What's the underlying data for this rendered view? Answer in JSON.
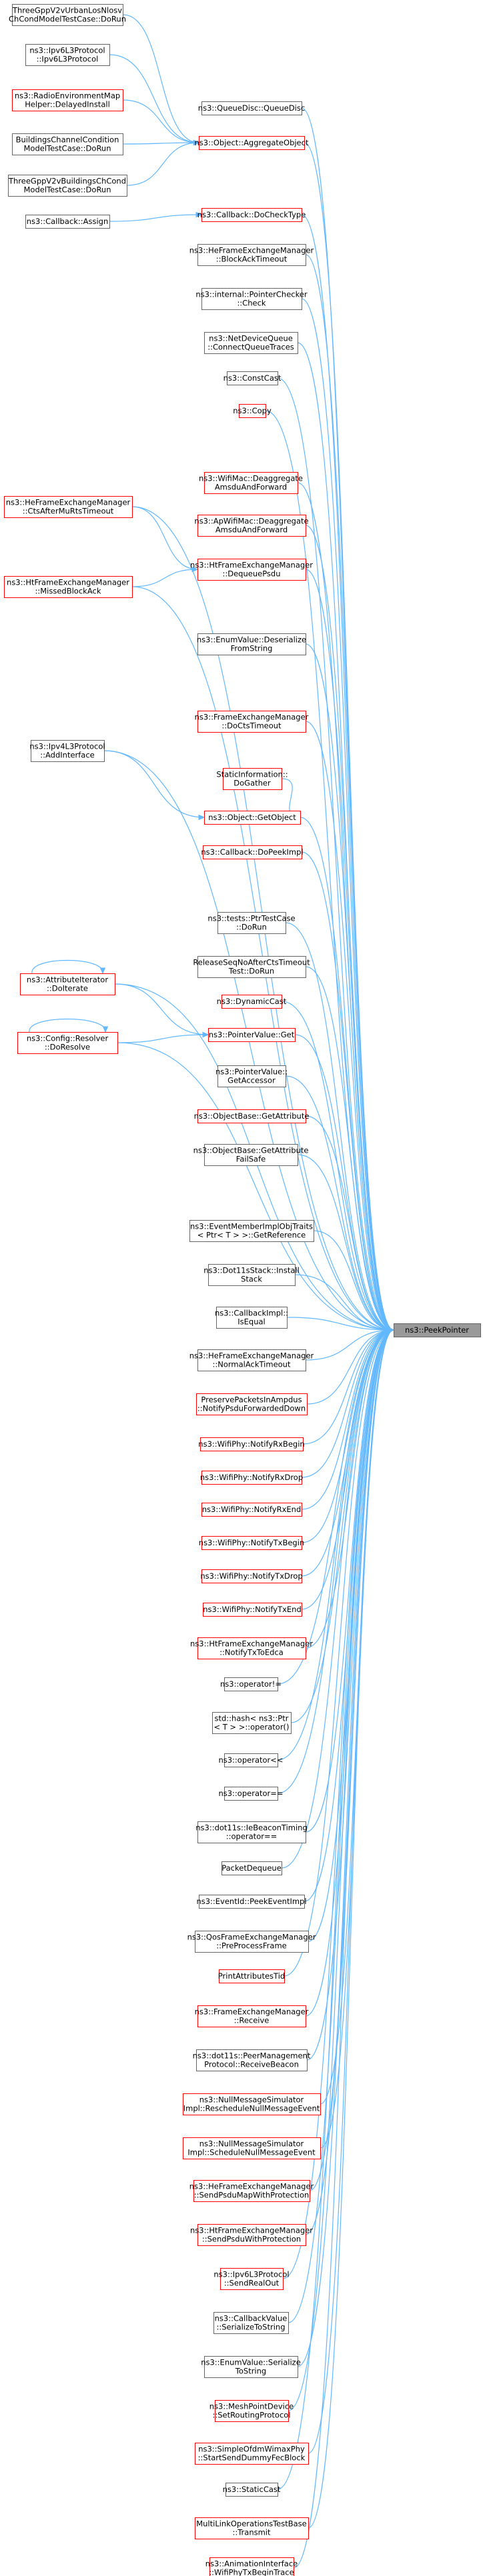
{
  "graph": {
    "title": "",
    "focus": "ns3::PeekPointer",
    "colors": {
      "edge": "#63b8ff",
      "border_normal": "#666666",
      "border_link": "#ff0000",
      "focus_fill": "#999999"
    },
    "nodes": [
      {
        "id": "focus",
        "lines": [
          "ns3::PeekPointer"
        ],
        "style": "focus"
      },
      {
        "id": "n1",
        "lines": [
          "ThreeGppV2vUrbanLosNlosv",
          "ChCondModelTestCase::DoRun"
        ],
        "style": "gray"
      },
      {
        "id": "n2",
        "lines": [
          "ns3::Ipv6L3Protocol",
          "::Ipv6L3Protocol"
        ],
        "style": "gray"
      },
      {
        "id": "n3",
        "lines": [
          "ns3::RadioEnvironmentMap",
          "Helper::DelayedInstall"
        ],
        "style": "red"
      },
      {
        "id": "n4",
        "lines": [
          "BuildingsChannelCondition",
          "ModelTestCase::DoRun"
        ],
        "style": "gray"
      },
      {
        "id": "n5",
        "lines": [
          "ThreeGppV2vBuildingsChCond",
          "ModelTestCase::DoRun"
        ],
        "style": "gray"
      },
      {
        "id": "n6",
        "lines": [
          "ns3::Callback::Assign"
        ],
        "style": "gray"
      },
      {
        "id": "n7",
        "lines": [
          "ns3::QueueDisc::QueueDisc"
        ],
        "style": "gray"
      },
      {
        "id": "n8",
        "lines": [
          "ns3::Object::AggregateObject"
        ],
        "style": "red"
      },
      {
        "id": "n9",
        "lines": [
          "ns3::Callback::DoCheckType"
        ],
        "style": "red"
      },
      {
        "id": "n10",
        "lines": [
          "ns3::HeFrameExchangeManager",
          "::BlockAckTimeout"
        ],
        "style": "gray"
      },
      {
        "id": "n11",
        "lines": [
          "ns3::internal::PointerChecker",
          "::Check"
        ],
        "style": "gray"
      },
      {
        "id": "n12",
        "lines": [
          "ns3::NetDeviceQueue",
          "::ConnectQueueTraces"
        ],
        "style": "gray"
      },
      {
        "id": "n13",
        "lines": [
          "ns3::ConstCast"
        ],
        "style": "gray"
      },
      {
        "id": "n14",
        "lines": [
          "ns3::Copy"
        ],
        "style": "red"
      },
      {
        "id": "n15",
        "lines": [
          "ns3::HeFrameExchangeManager",
          "::CtsAfterMuRtsTimeout"
        ],
        "style": "red"
      },
      {
        "id": "n16",
        "lines": [
          "ns3::WifiMac::Deaggregate",
          "AmsduAndForward"
        ],
        "style": "red"
      },
      {
        "id": "n17",
        "lines": [
          "ns3::ApWifiMac::Deaggregate",
          "AmsduAndForward"
        ],
        "style": "red"
      },
      {
        "id": "n18",
        "lines": [
          "ns3::HtFrameExchangeManager",
          "::MissedBlockAck"
        ],
        "style": "red"
      },
      {
        "id": "n19",
        "lines": [
          "ns3::HtFrameExchangeManager",
          "::DequeuePsdu"
        ],
        "style": "red"
      },
      {
        "id": "n20",
        "lines": [
          "ns3::EnumValue::Deserialize",
          "FromString"
        ],
        "style": "gray"
      },
      {
        "id": "n21",
        "lines": [
          "ns3::FrameExchangeManager",
          "::DoCtsTimeout"
        ],
        "style": "red"
      },
      {
        "id": "n22",
        "lines": [
          "ns3::Ipv4L3Protocol",
          "::AddInterface"
        ],
        "style": "gray"
      },
      {
        "id": "n23",
        "lines": [
          "StaticInformation::",
          "DoGather"
        ],
        "style": "red"
      },
      {
        "id": "n24",
        "lines": [
          "ns3::Object::GetObject"
        ],
        "style": "red"
      },
      {
        "id": "n25",
        "lines": [
          "ns3::Callback::DoPeekImpl"
        ],
        "style": "red"
      },
      {
        "id": "n26",
        "lines": [
          "ns3::tests::PtrTestCase",
          "::DoRun"
        ],
        "style": "gray"
      },
      {
        "id": "n27",
        "lines": [
          "ReleaseSeqNoAfterCtsTimeout",
          "Test::DoRun"
        ],
        "style": "gray"
      },
      {
        "id": "n28",
        "lines": [
          "ns3::AttributeIterator",
          "::DoIterate"
        ],
        "style": "red"
      },
      {
        "id": "n29",
        "lines": [
          "ns3::DynamicCast"
        ],
        "style": "red"
      },
      {
        "id": "n30",
        "lines": [
          "ns3::PointerValue::Get"
        ],
        "style": "red"
      },
      {
        "id": "n31",
        "lines": [
          "ns3::Config::Resolver",
          "::DoResolve"
        ],
        "style": "red"
      },
      {
        "id": "n32",
        "lines": [
          "ns3::PointerValue::",
          "GetAccessor"
        ],
        "style": "gray"
      },
      {
        "id": "n33",
        "lines": [
          "ns3::ObjectBase::GetAttribute"
        ],
        "style": "red"
      },
      {
        "id": "n34",
        "lines": [
          "ns3::ObjectBase::GetAttribute",
          "FailSafe"
        ],
        "style": "gray"
      },
      {
        "id": "n35",
        "lines": [
          "ns3::EventMemberImplObjTraits",
          "< Ptr< T > >::GetReference"
        ],
        "style": "gray"
      },
      {
        "id": "n36",
        "lines": [
          "ns3::Dot11sStack::Install",
          "Stack"
        ],
        "style": "gray"
      },
      {
        "id": "n37",
        "lines": [
          "ns3::CallbackImpl::",
          "IsEqual"
        ],
        "style": "gray"
      },
      {
        "id": "n38",
        "lines": [
          "ns3::HeFrameExchangeManager",
          "::NormalAckTimeout"
        ],
        "style": "gray"
      },
      {
        "id": "n39",
        "lines": [
          "PreservePacketsInAmpdus",
          "::NotifyPsduForwardedDown"
        ],
        "style": "red"
      },
      {
        "id": "n40",
        "lines": [
          "ns3::WifiPhy::NotifyRxBegin"
        ],
        "style": "red"
      },
      {
        "id": "n41",
        "lines": [
          "ns3::WifiPhy::NotifyRxDrop"
        ],
        "style": "red"
      },
      {
        "id": "n42",
        "lines": [
          "ns3::WifiPhy::NotifyRxEnd"
        ],
        "style": "red"
      },
      {
        "id": "n43",
        "lines": [
          "ns3::WifiPhy::NotifyTxBegin"
        ],
        "style": "red"
      },
      {
        "id": "n44",
        "lines": [
          "ns3::WifiPhy::NotifyTxDrop"
        ],
        "style": "red"
      },
      {
        "id": "n45",
        "lines": [
          "ns3::WifiPhy::NotifyTxEnd"
        ],
        "style": "red"
      },
      {
        "id": "n46",
        "lines": [
          "ns3::HtFrameExchangeManager",
          "::NotifyTxToEdca"
        ],
        "style": "red"
      },
      {
        "id": "n47",
        "lines": [
          "ns3::operator!="
        ],
        "style": "gray"
      },
      {
        "id": "n48",
        "lines": [
          "std::hash< ns3::Ptr",
          "< T > >::operator()"
        ],
        "style": "gray"
      },
      {
        "id": "n49",
        "lines": [
          "ns3::operator<<"
        ],
        "style": "gray"
      },
      {
        "id": "n50",
        "lines": [
          "ns3::operator=="
        ],
        "style": "gray"
      },
      {
        "id": "n51",
        "lines": [
          "ns3::dot11s::IeBeaconTiming",
          "::operator=="
        ],
        "style": "gray"
      },
      {
        "id": "n52",
        "lines": [
          "PacketDequeue"
        ],
        "style": "gray"
      },
      {
        "id": "n53",
        "lines": [
          "ns3::EventId::PeekEventImpl"
        ],
        "style": "gray"
      },
      {
        "id": "n54",
        "lines": [
          "ns3::QosFrameExchangeManager",
          "::PreProcessFrame"
        ],
        "style": "gray"
      },
      {
        "id": "n55",
        "lines": [
          "PrintAttributesTid"
        ],
        "style": "red"
      },
      {
        "id": "n56",
        "lines": [
          "ns3::FrameExchangeManager",
          "::Receive"
        ],
        "style": "red"
      },
      {
        "id": "n57",
        "lines": [
          "ns3::dot11s::PeerManagement",
          "Protocol::ReceiveBeacon"
        ],
        "style": "gray"
      },
      {
        "id": "n58",
        "lines": [
          "ns3::NullMessageSimulator",
          "Impl::RescheduleNullMessageEvent"
        ],
        "style": "red"
      },
      {
        "id": "n59",
        "lines": [
          "ns3::NullMessageSimulator",
          "Impl::ScheduleNullMessageEvent"
        ],
        "style": "red"
      },
      {
        "id": "n60",
        "lines": [
          "ns3::HeFrameExchangeManager",
          "::SendPsduMapWithProtection"
        ],
        "style": "red"
      },
      {
        "id": "n61",
        "lines": [
          "ns3::HtFrameExchangeManager",
          "::SendPsduWithProtection"
        ],
        "style": "red"
      },
      {
        "id": "n62",
        "lines": [
          "ns3::Ipv6L3Protocol",
          "::SendRealOut"
        ],
        "style": "red"
      },
      {
        "id": "n63",
        "lines": [
          "ns3::CallbackValue",
          "::SerializeToString"
        ],
        "style": "gray"
      },
      {
        "id": "n64",
        "lines": [
          "ns3::EnumValue::Serialize",
          "ToString"
        ],
        "style": "gray"
      },
      {
        "id": "n65",
        "lines": [
          "ns3::MeshPointDevice",
          "::SetRoutingProtocol"
        ],
        "style": "red"
      },
      {
        "id": "n66",
        "lines": [
          "ns3::SimpleOfdmWimaxPhy",
          "::StartSendDummyFecBlock"
        ],
        "style": "red"
      },
      {
        "id": "n67",
        "lines": [
          "ns3::StaticCast"
        ],
        "style": "gray"
      },
      {
        "id": "n68",
        "lines": [
          "MultiLinkOperationsTestBase",
          "::Transmit"
        ],
        "style": "red"
      },
      {
        "id": "n69",
        "lines": [
          "ns3::AnimationInterface",
          "::WifiPhyTxBeginTrace"
        ],
        "style": "red"
      }
    ],
    "edges": [
      [
        "n1",
        "n8"
      ],
      [
        "n2",
        "n8"
      ],
      [
        "n3",
        "n8"
      ],
      [
        "n4",
        "n8"
      ],
      [
        "n5",
        "n8"
      ],
      [
        "n6",
        "n9"
      ],
      [
        "n7",
        "focus"
      ],
      [
        "n8",
        "focus"
      ],
      [
        "n9",
        "focus"
      ],
      [
        "n10",
        "focus"
      ],
      [
        "n11",
        "focus"
      ],
      [
        "n12",
        "focus"
      ],
      [
        "n13",
        "focus"
      ],
      [
        "n14",
        "focus"
      ],
      [
        "n15",
        "n19"
      ],
      [
        "n15",
        "focus"
      ],
      [
        "n16",
        "focus"
      ],
      [
        "n17",
        "focus"
      ],
      [
        "n18",
        "n19"
      ],
      [
        "n18",
        "focus"
      ],
      [
        "n19",
        "focus"
      ],
      [
        "n20",
        "focus"
      ],
      [
        "n21",
        "focus"
      ],
      [
        "n22",
        "n24"
      ],
      [
        "n22",
        "focus"
      ],
      [
        "n23",
        "n24"
      ],
      [
        "n24",
        "focus"
      ],
      [
        "n25",
        "focus"
      ],
      [
        "n26",
        "focus"
      ],
      [
        "n27",
        "focus"
      ],
      [
        "n28",
        "n28"
      ],
      [
        "n28",
        "n30"
      ],
      [
        "n28",
        "focus"
      ],
      [
        "n29",
        "focus"
      ],
      [
        "n30",
        "focus"
      ],
      [
        "n31",
        "n31"
      ],
      [
        "n31",
        "n30"
      ],
      [
        "n31",
        "focus"
      ],
      [
        "n32",
        "focus"
      ],
      [
        "n33",
        "focus"
      ],
      [
        "n34",
        "focus"
      ],
      [
        "n35",
        "focus"
      ],
      [
        "n36",
        "focus"
      ],
      [
        "n37",
        "focus"
      ],
      [
        "n38",
        "focus"
      ],
      [
        "n39",
        "focus"
      ],
      [
        "n40",
        "focus"
      ],
      [
        "n41",
        "focus"
      ],
      [
        "n42",
        "focus"
      ],
      [
        "n43",
        "focus"
      ],
      [
        "n44",
        "focus"
      ],
      [
        "n45",
        "focus"
      ],
      [
        "n46",
        "focus"
      ],
      [
        "n47",
        "focus"
      ],
      [
        "n48",
        "focus"
      ],
      [
        "n49",
        "focus"
      ],
      [
        "n50",
        "focus"
      ],
      [
        "n51",
        "focus"
      ],
      [
        "n52",
        "focus"
      ],
      [
        "n53",
        "focus"
      ],
      [
        "n54",
        "focus"
      ],
      [
        "n55",
        "focus"
      ],
      [
        "n56",
        "focus"
      ],
      [
        "n57",
        "focus"
      ],
      [
        "n58",
        "focus"
      ],
      [
        "n59",
        "focus"
      ],
      [
        "n60",
        "focus"
      ],
      [
        "n61",
        "focus"
      ],
      [
        "n62",
        "focus"
      ],
      [
        "n63",
        "focus"
      ],
      [
        "n64",
        "focus"
      ],
      [
        "n65",
        "focus"
      ],
      [
        "n66",
        "focus"
      ],
      [
        "n67",
        "focus"
      ],
      [
        "n68",
        "focus"
      ],
      [
        "n69",
        "focus"
      ]
    ]
  }
}
